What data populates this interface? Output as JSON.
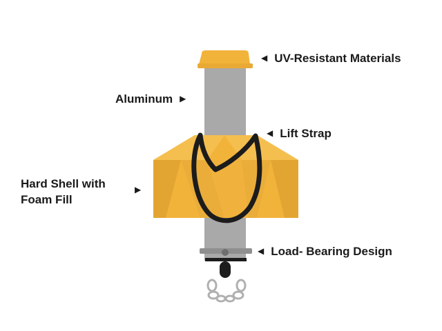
{
  "labels": {
    "uv_resistant": "UV-Resistant Materials",
    "aluminum": "Aluminum",
    "lift_strap": "Lift Strap",
    "hard_shell_line1": "Hard Shell with",
    "hard_shell_line2": "Foam Fill",
    "load_bearing": "Load- Bearing Design"
  },
  "colors": {
    "shell": "#f2b33a",
    "shell_dark": "#e3a532",
    "pole": "#a9a9a9",
    "strap": "#1c1c1c",
    "text": "#1a1a1a"
  },
  "icons": {
    "pointer_left": "◀",
    "pointer_right": "▶"
  }
}
